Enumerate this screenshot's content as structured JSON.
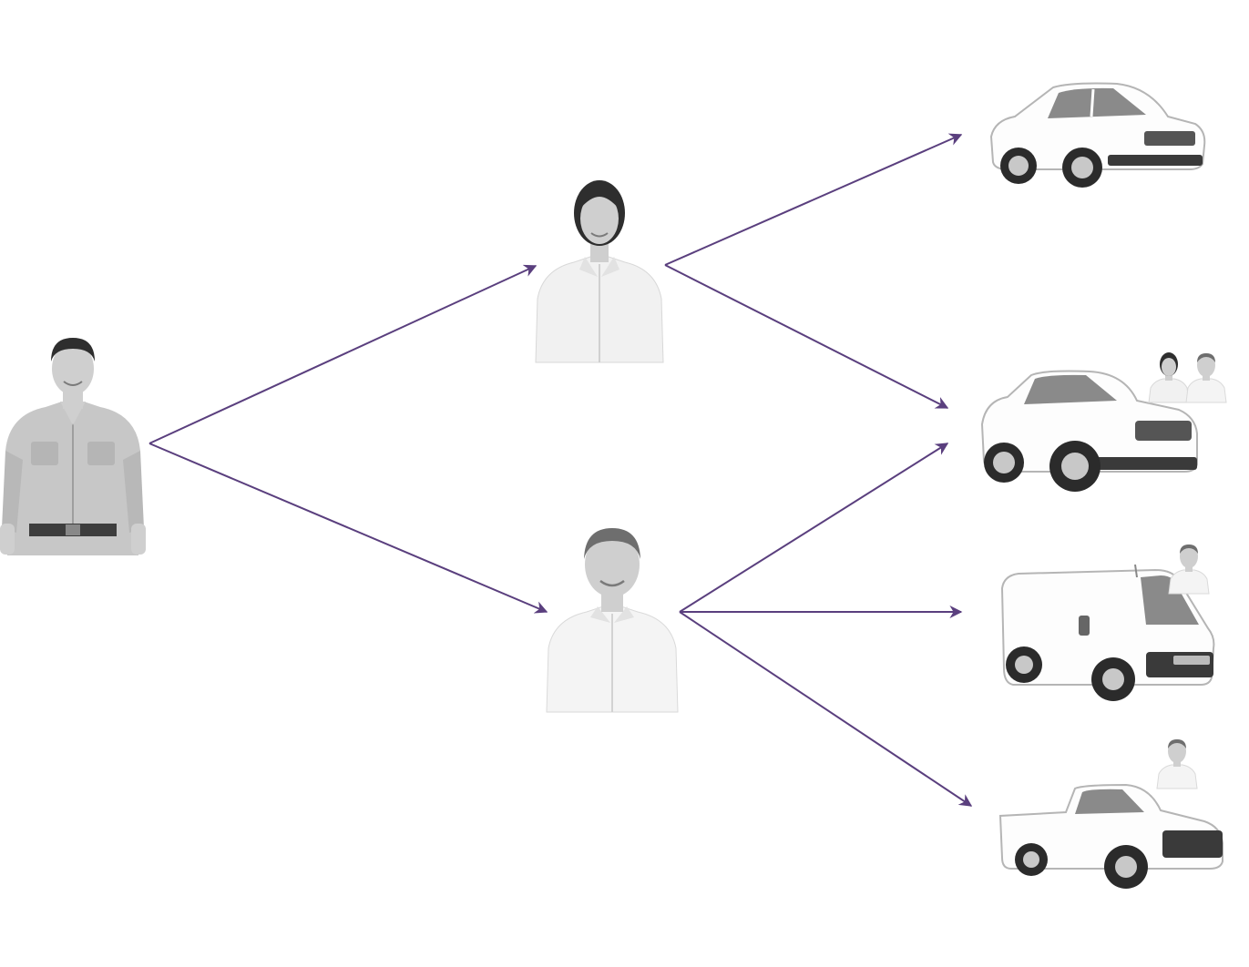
{
  "colors": {
    "connector": "#5a3f7e",
    "skin": "#cfcfcf",
    "skin_shade": "#a9a9a9",
    "hair_dark": "#2e2e2e",
    "hair_grey": "#6e6e6e",
    "shirt_light": "#f1f1f1",
    "shirt_mid": "#c7c7c7",
    "body_white": "#fdfdfd",
    "body_outline": "#b5b5b5",
    "glass": "#8a8a8a",
    "tire": "#2b2b2b",
    "rim": "#c8c8c8",
    "bumper": "#3a3a3a"
  },
  "nodes": {
    "root": {
      "icon": "man-casual-portrait-icon"
    },
    "managers": [
      {
        "icon": "woman-manager-portrait-icon"
      },
      {
        "icon": "man-manager-portrait-icon"
      }
    ],
    "vehicles": [
      {
        "icon": "sedan-car-icon",
        "assignees": []
      },
      {
        "icon": "suv-car-icon",
        "assignees": [
          "woman-manager-thumbnail-icon",
          "man-manager-thumbnail-icon"
        ]
      },
      {
        "icon": "cargo-van-icon",
        "assignees": [
          "man-manager-thumbnail-icon"
        ]
      },
      {
        "icon": "pickup-truck-icon",
        "assignees": [
          "man-manager-thumbnail-icon"
        ]
      }
    ]
  },
  "edges": [
    {
      "from": "root",
      "to": "manager-1"
    },
    {
      "from": "root",
      "to": "manager-2"
    },
    {
      "from": "manager-1",
      "to": "vehicle-1"
    },
    {
      "from": "manager-1",
      "to": "vehicle-2"
    },
    {
      "from": "manager-2",
      "to": "vehicle-2"
    },
    {
      "from": "manager-2",
      "to": "vehicle-3"
    },
    {
      "from": "manager-2",
      "to": "vehicle-4"
    }
  ]
}
